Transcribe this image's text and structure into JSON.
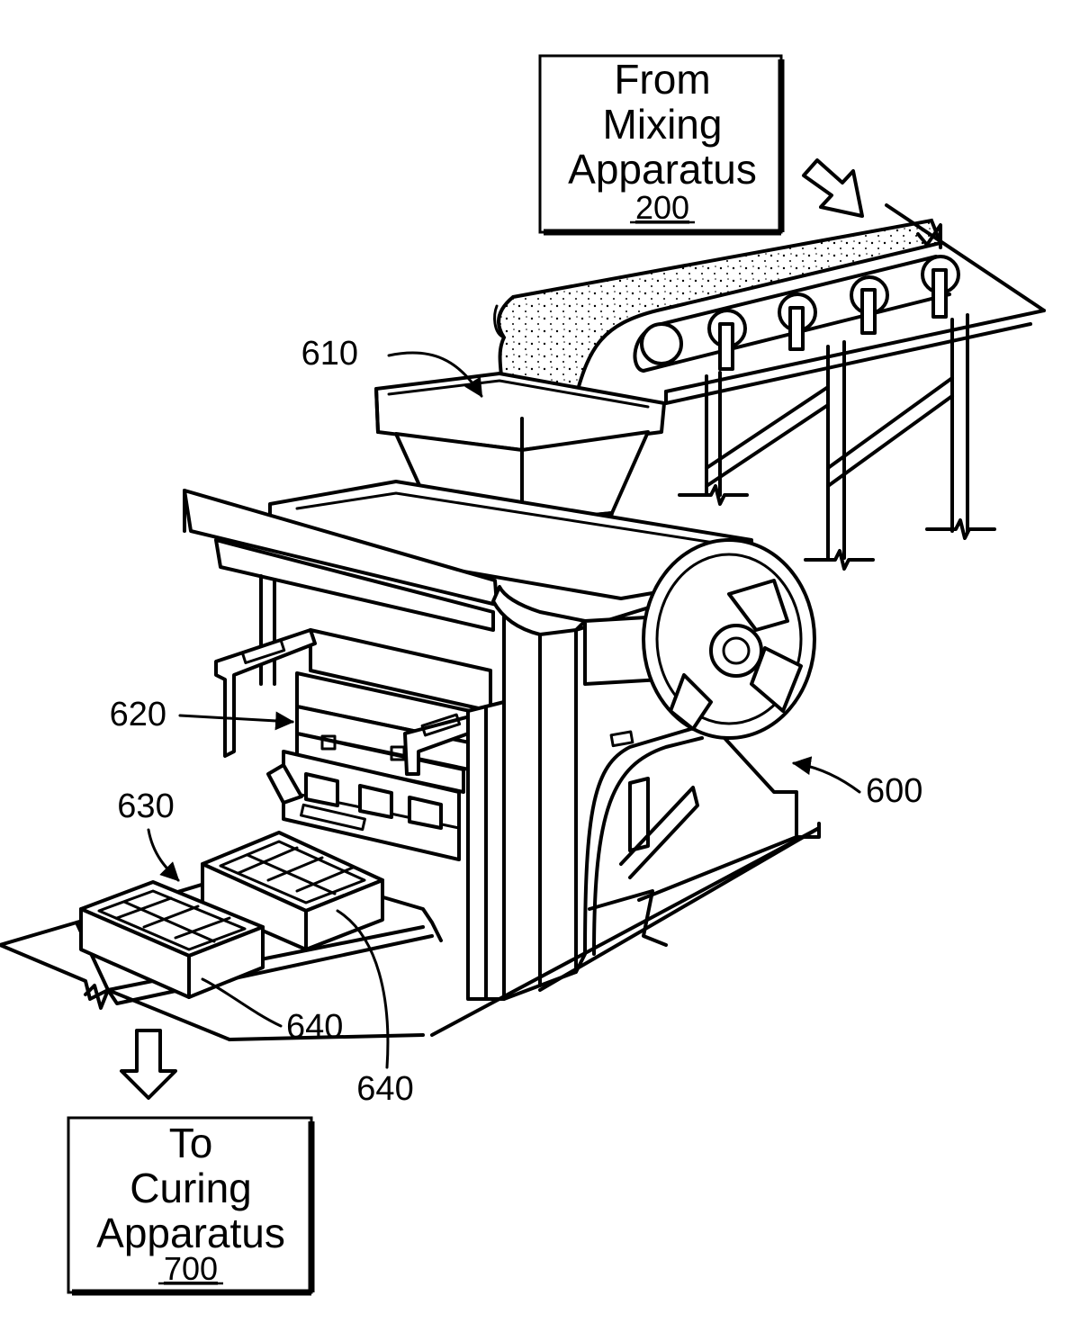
{
  "source_box": {
    "lines": [
      "From",
      "Mixing",
      "Apparatus"
    ],
    "number": "200"
  },
  "dest_box": {
    "lines": [
      "To",
      "Curing",
      "Apparatus"
    ],
    "number": "700"
  },
  "labels": {
    "hopper": "610",
    "mold": "620",
    "tray": "630",
    "machine": "600",
    "block_front": "640",
    "block_back": "640"
  }
}
